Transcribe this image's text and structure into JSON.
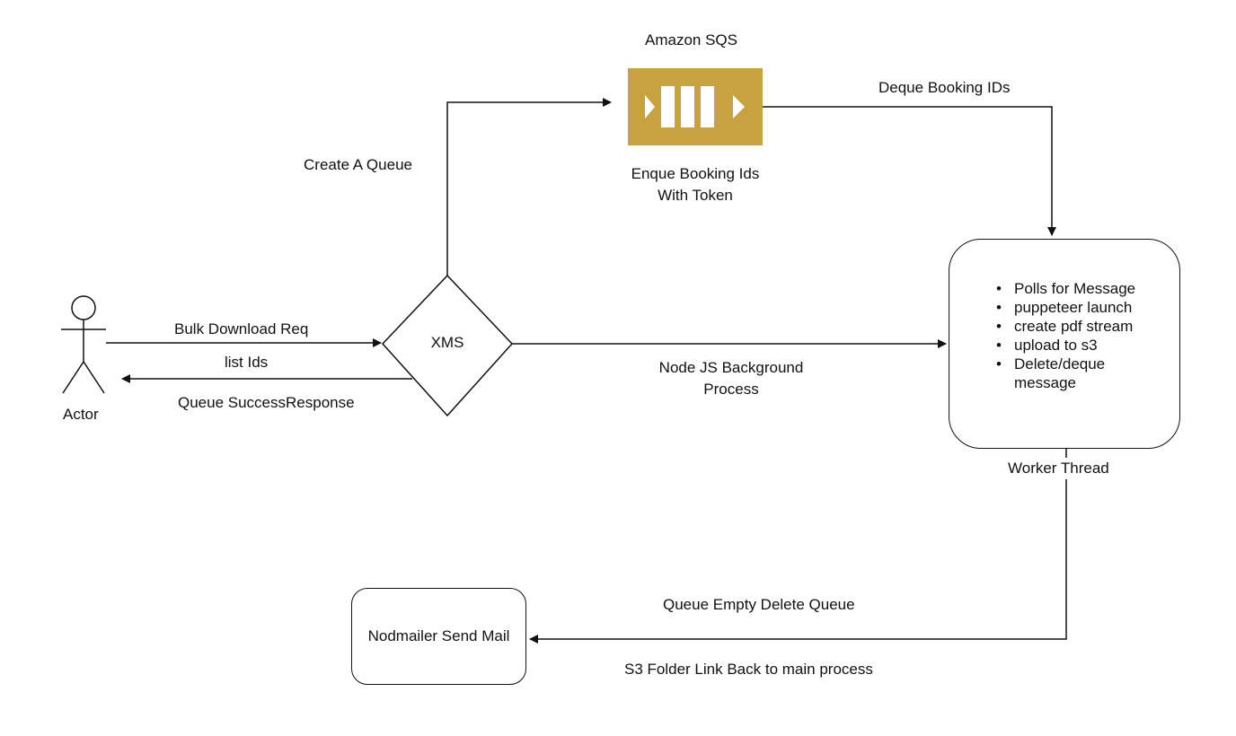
{
  "colors": {
    "sqs_fill": "#c8a23e",
    "sqs_glyph": "#ffffff",
    "stroke": "#111111"
  },
  "icons": {
    "sqs": "amazon-sqs-icon",
    "actor": "stick-figure-actor-icon"
  },
  "nodes": {
    "actor": {
      "label": "Actor"
    },
    "xms": {
      "label": "XMS"
    },
    "sqs": {
      "title": "Amazon SQS",
      "caption_line1": "Enque Booking Ids",
      "caption_line2": "With Token"
    },
    "worker": {
      "items": [
        "Polls for Message",
        "puppeteer launch",
        "create pdf stream",
        "upload to s3",
        "Delete/deque message"
      ],
      "caption": "Worker Thread"
    },
    "mailer": {
      "label": "Nodmailer Send Mail"
    }
  },
  "edges": {
    "bulk_request": "Bulk Download Req",
    "list_ids": "list Ids",
    "queue_success": "Queue SuccessResponse",
    "create_queue": "Create A Queue",
    "deque_ids": "Deque Booking IDs",
    "node_bg_line1": "Node JS Background",
    "node_bg_line2": "Process",
    "queue_empty": "Queue Empty Delete Queue",
    "s3_link": "S3 Folder Link Back to main process"
  }
}
